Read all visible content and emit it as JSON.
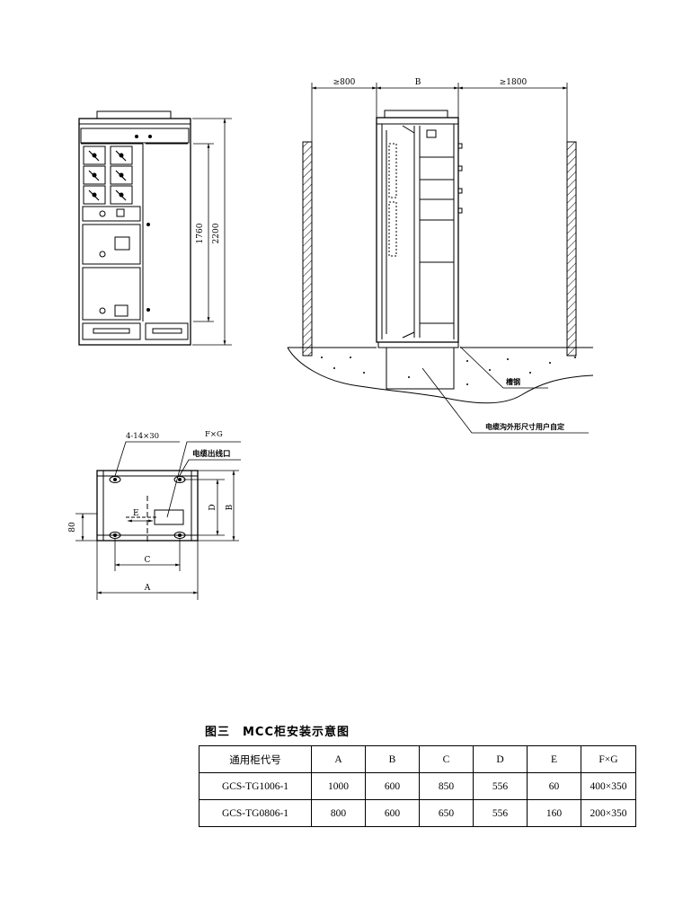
{
  "side_view": {
    "gap_left_label": "≥800",
    "width_label": "B",
    "gap_right_label": "≥1800",
    "channel_steel_label": "槽钢",
    "cable_trench_label": "电缆沟外形尺寸用户自定"
  },
  "front_view": {
    "inner_height_label": "1760",
    "total_height_label": "2200"
  },
  "base_plan": {
    "holes_label": "4-14×30",
    "cable_outlet_size_label": "F×G",
    "cable_outlet_label": "电缆出线口",
    "dim_a": "A",
    "dim_b": "B",
    "dim_c": "C",
    "dim_d": "D",
    "dim_e": "E",
    "dim_80": "80"
  },
  "figure_caption": "图三　MCC柜安装示意图",
  "spec_table": {
    "headers": [
      "通用柜代号",
      "A",
      "B",
      "C",
      "D",
      "E",
      "F×G"
    ],
    "rows": [
      [
        "GCS-TG1006-1",
        "1000",
        "600",
        "850",
        "556",
        "60",
        "400×350"
      ],
      [
        "GCS-TG0806-1",
        "800",
        "600",
        "650",
        "556",
        "160",
        "200×350"
      ]
    ]
  }
}
